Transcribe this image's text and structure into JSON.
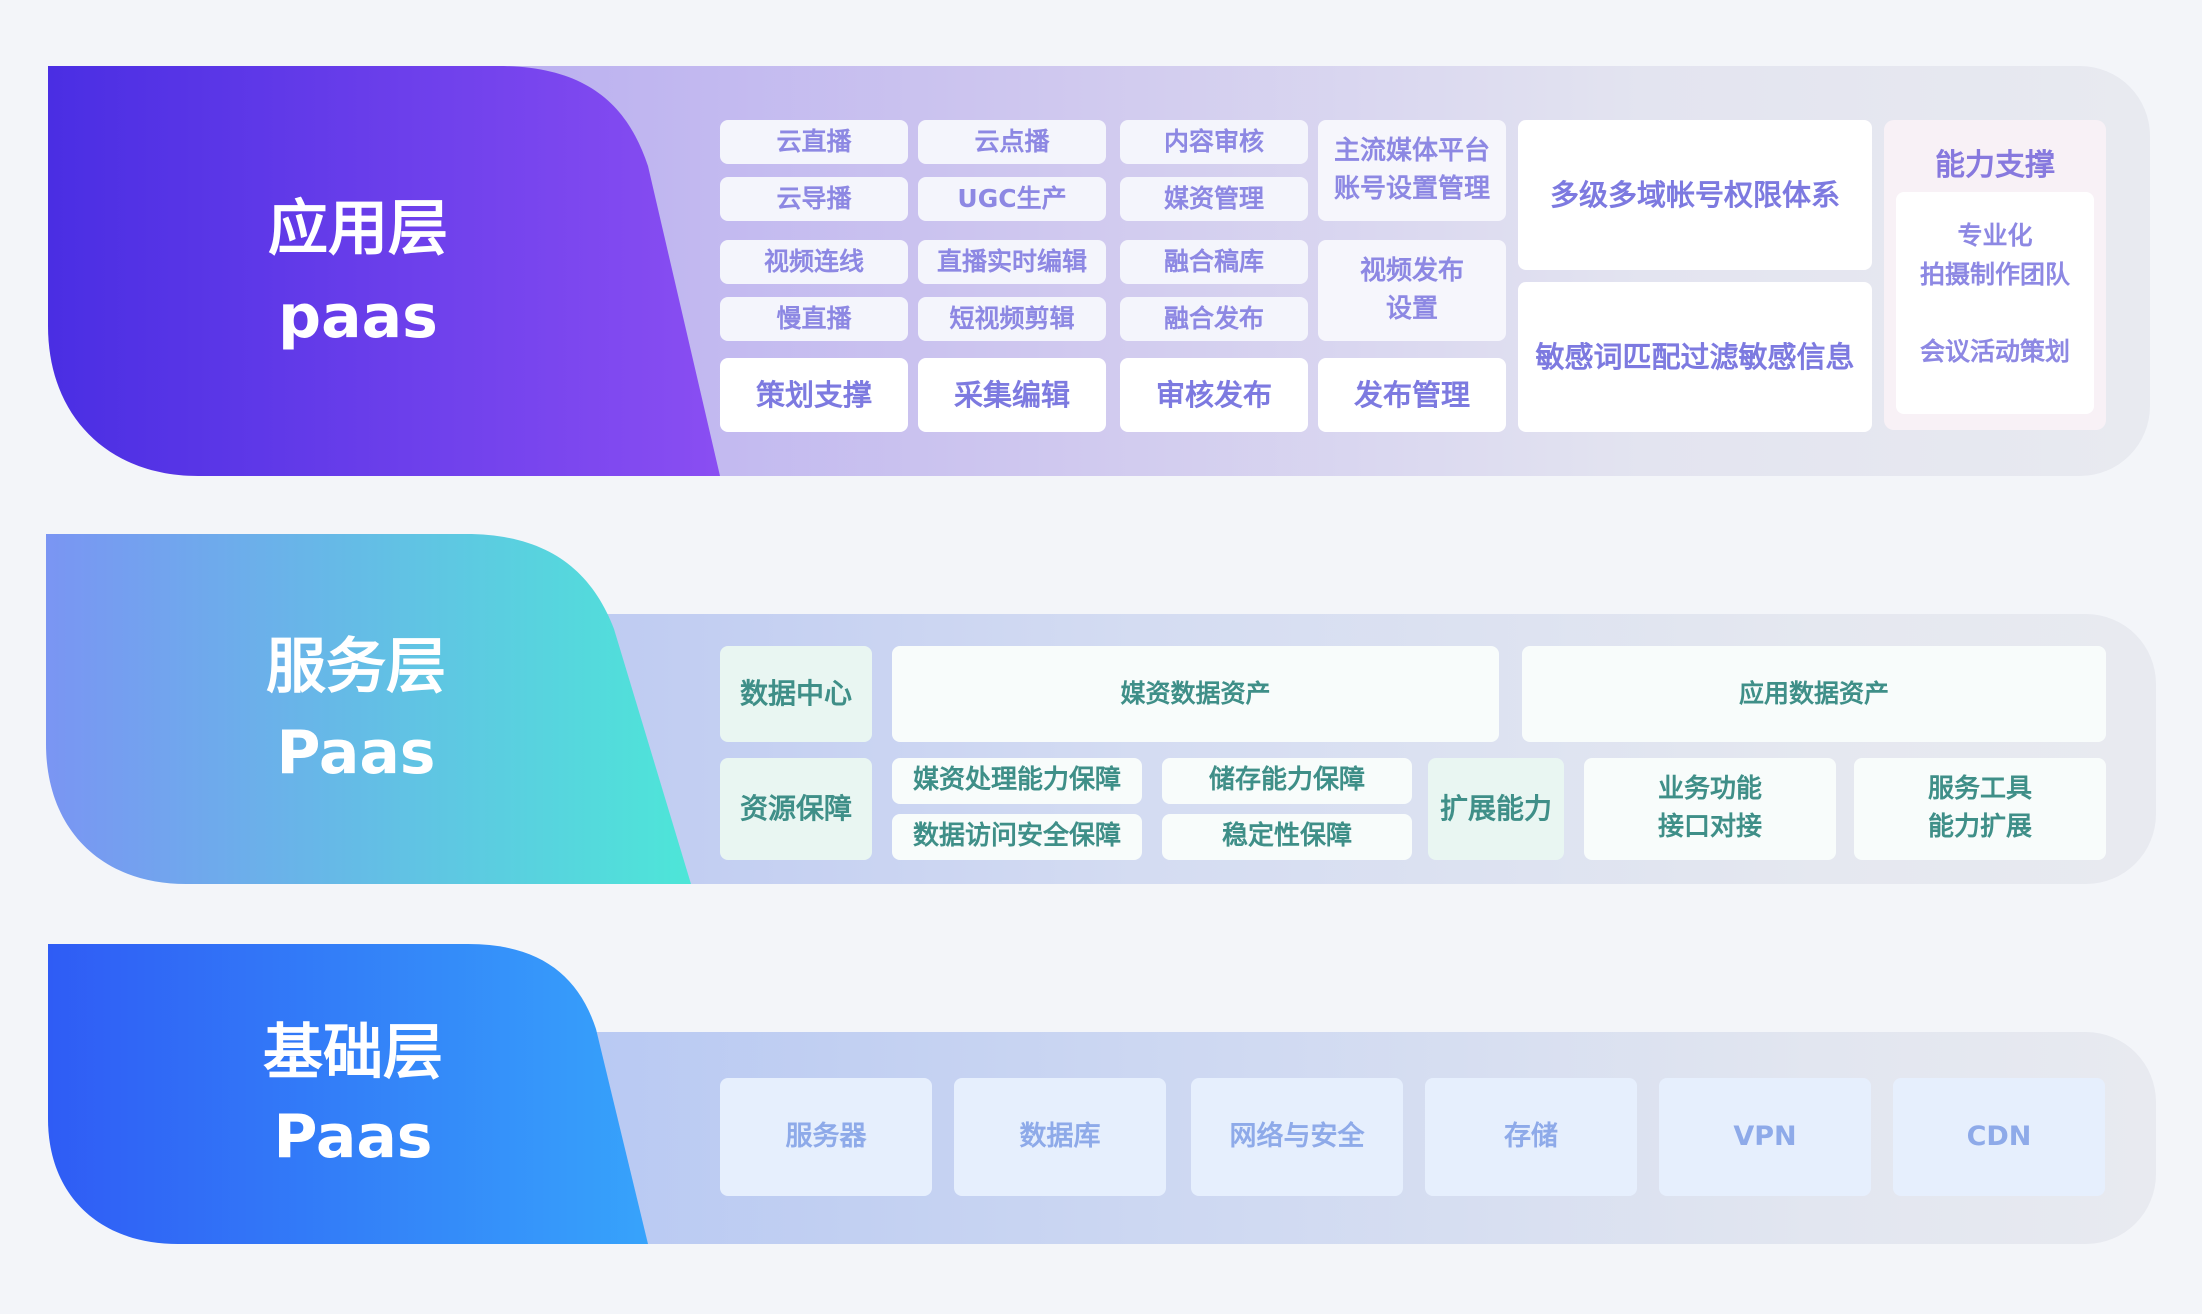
{
  "layers": {
    "app": {
      "title_line1": "应用层",
      "title_line2": "paas",
      "small_grid": [
        "云直播",
        "云点播",
        "内容审核",
        "云导播",
        "UGC生产",
        "媒资管理",
        "视频连线",
        "直播实时编辑",
        "融合稿库",
        "慢直播",
        "短视频剪辑",
        "融合发布"
      ],
      "bottom_row": [
        "策划支撑",
        "采集编辑",
        "审核发布",
        "发布管理"
      ],
      "mainstream_line1": "主流媒体平台",
      "mainstream_line2": "账号设置管理",
      "video_publish_line1": "视频发布",
      "video_publish_line2": "设置",
      "permission": "多级多域帐号权限体系",
      "sensitive": "敏感词匹配过滤敏感信息",
      "ability": {
        "title": "能力支撑",
        "line1": "专业化",
        "line2": "拍摄制作团队",
        "line3": "会议活动策划"
      }
    },
    "service": {
      "title_line1": "服务层",
      "title_line2": "Paas",
      "data_center": "数据中心",
      "media_assets": "媒资数据资产",
      "app_assets": "应用数据资产",
      "resource_guarantee": "资源保障",
      "guarantees": [
        "媒资处理能力保障",
        "储存能力保障",
        "数据访问安全保障",
        "稳定性保障"
      ],
      "extend": "扩展能力",
      "biz_line1": "业务功能",
      "biz_line2": "接口对接",
      "tools_line1": "服务工具",
      "tools_line2": "能力扩展"
    },
    "base": {
      "title_line1": "基础层",
      "title_line2": "Paas",
      "items": [
        "服务器",
        "数据库",
        "网络与安全",
        "存储",
        "VPN",
        "CDN"
      ]
    }
  },
  "colors": {
    "app_gradient": [
      "#4a2ee3",
      "#8a4ef2"
    ],
    "service_gradient": [
      "#7a95f3",
      "#4de6d8"
    ],
    "base_gradient": [
      "#2f5cf5",
      "#37a3fb"
    ]
  }
}
